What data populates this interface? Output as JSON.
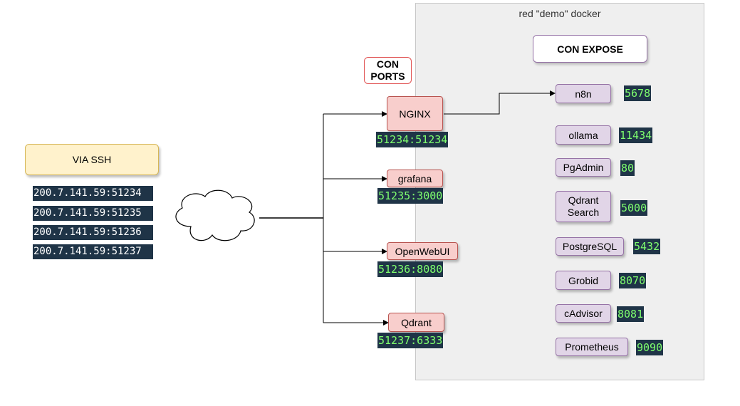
{
  "group": {
    "title": "red \"demo\" docker"
  },
  "labels": {
    "con_ports": "CON\nPORTS",
    "con_expose": "CON EXPOSE",
    "via_ssh": "VIA SSH"
  },
  "ssh_addresses": [
    "200.7.141.59:51234",
    "200.7.141.59:51235",
    "200.7.141.59:51236",
    "200.7.141.59:51237"
  ],
  "services": [
    {
      "name": "NGINX",
      "ports": "51234:51234"
    },
    {
      "name": "grafana",
      "ports": "51235:3000"
    },
    {
      "name": "OpenWebUI",
      "ports": "51236:8080"
    },
    {
      "name": "Qdrant",
      "ports": "51237:6333"
    }
  ],
  "exposed": [
    {
      "name": "n8n",
      "port": "5678"
    },
    {
      "name": "ollama",
      "port": "11434"
    },
    {
      "name": "PgAdmin",
      "port": "80"
    },
    {
      "name": "Qdrant\nSearch",
      "port": "5000"
    },
    {
      "name": "PostgreSQL",
      "port": "5432"
    },
    {
      "name": "Grobid",
      "port": "8070"
    },
    {
      "name": "cAdvisor",
      "port": "8081"
    },
    {
      "name": "Prometheus",
      "port": "9090"
    }
  ],
  "colors": {
    "ssh_fill": "#fff2cc",
    "service_fill": "#f8cecc",
    "exposed_fill": "#e1d5e7",
    "port_bg": "#1f3447",
    "port_text": "#7fff6e",
    "group_fill": "#efefef"
  }
}
